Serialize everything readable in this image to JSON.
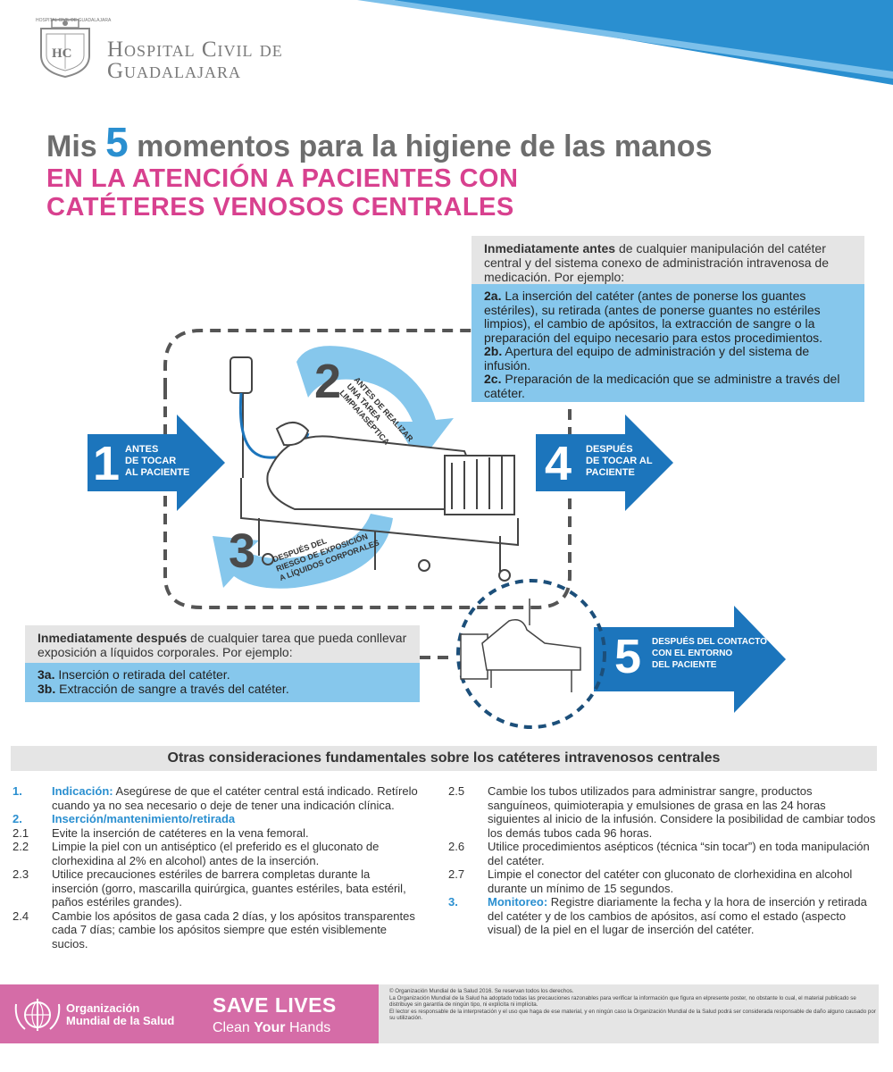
{
  "header": {
    "hospital_line1": "Hospital Civil de",
    "hospital_line2": "Guadalajara",
    "seal_text": "HOSPITAL CIVIL DE GUADALAJARA",
    "seal_monogram": "HC",
    "headline_pre": "Mis ",
    "headline_number": "5",
    "headline_post": " momentos para la higiene de las manos",
    "subtitle_line1": "EN LA ATENCIÓN A PACIENTES CON",
    "subtitle_line2": "CATÉTERES VENOSOS CENTRALES"
  },
  "moments": {
    "m1": {
      "number": "1",
      "line1": "ANTES",
      "line2": "DE TOCAR",
      "line3": "AL PACIENTE"
    },
    "m2": {
      "number": "2",
      "line1": "ANTES DE REALIZAR",
      "line2": "UNA TAREA",
      "line3": "LIMPIA/ASÉPTICA"
    },
    "m3": {
      "number": "3",
      "line1": "DESPUÉS DEL",
      "line2": "RIESGO DE EXPOSICIÓN",
      "line3": "A LÍQUIDOS CORPORALES"
    },
    "m4": {
      "number": "4",
      "line1": "DESPUÉS",
      "line2": "DE TOCAR AL",
      "line3": "PACIENTE"
    },
    "m5": {
      "number": "5",
      "line1": "DESPUÉS DEL CONTACTO",
      "line2": "CON EL ENTORNO",
      "line3": "DEL PACIENTE"
    }
  },
  "box_before": {
    "lead_bold": "Inmediatamente antes",
    "lead_rest": " de cualquier manipulación del catéter central y del sistema conexo de administración intravenosa de medicación. Por ejemplo:",
    "item_2a_code": "2a.",
    "item_2a_text": " La inserción del catéter (antes de ponerse los guantes estériles), su retirada (antes de ponerse guantes no estériles limpios), el cambio de apósitos, la extracción de sangre o la preparación del equipo necesario para estos procedimientos.",
    "item_2b_code": "2b.",
    "item_2b_text": " Apertura del equipo de administración y del sistema de infusión.",
    "item_2c_code": "2c.",
    "item_2c_text": " Preparación de la medicación que se administre a través del catéter."
  },
  "box_after": {
    "lead_bold": "Inmediatamente después",
    "lead_rest": " de cualquier tarea que pueda conllevar exposición a líquidos corporales. Por ejemplo:",
    "item_3a_code": "3a.",
    "item_3a_text": " Inserción o retirada del catéter.",
    "item_3b_code": "3b.",
    "item_3b_text": " Extracción de sangre a través del catéter."
  },
  "others": {
    "title": "Otras consideraciones fundamentales sobre los catéteres intravenosos centrales",
    "i1_num": "1.",
    "i1_head": "Indicación:",
    "i1_text": " Asegúrese de que el catéter central está indicado. Retírelo cuando ya no sea necesario o deje de tener una indicación clínica.",
    "i2_num": "2.",
    "i2_head": "Inserción/mantenimiento/retirada",
    "i21_num": "2.1",
    "i21_text": "Evite la inserción de catéteres en la vena femoral.",
    "i22_num": "2.2",
    "i22_text": "Limpie la piel con un antiséptico (el preferido es el gluconato de clorhexidina al 2% en alcohol) antes de la inserción.",
    "i23_num": "2.3",
    "i23_text": "Utilice precauciones estériles de barrera completas durante la inserción (gorro, mascarilla quirúrgica, guantes estériles, bata estéril, paños estériles grandes).",
    "i24_num": "2.4",
    "i24_text": "Cambie los apósitos de gasa cada 2 días, y los apósitos transparentes cada 7 días; cambie los apósitos siempre que estén visiblemente sucios.",
    "i25_num": "2.5",
    "i25_text": "Cambie los tubos utilizados para administrar sangre, productos sanguíneos, quimioterapia y emulsiones de grasa en las 24 horas siguientes al inicio de la infusión. Considere la posibilidad de cambiar todos los demás tubos cada 96 horas.",
    "i26_num": "2.6",
    "i26_text": "Utilice procedimientos asépticos (técnica “sin tocar”) en toda manipulación del catéter.",
    "i27_num": "2.7",
    "i27_text": "Limpie el conector del catéter con gluconato de clorhexidina en alcohol durante un mínimo de 15 segundos.",
    "i3_num": "3.",
    "i3_head": "Monitoreo:",
    "i3_text": "  Registre diariamente la fecha y la hora de inserción y retirada del catéter y de los cambios de apósitos, así como el estado (aspecto visual) de la piel en el lugar de inserción del catéter."
  },
  "footer": {
    "who_line1": "Organización",
    "who_line2": "Mundial de la Salud",
    "save_lives": "SAVE LIVES",
    "clean_pre": "Clean ",
    "clean_bold": "Your",
    "clean_post": " Hands",
    "legal1": "© Organización Mundial de la Salud 2016. Se reservan todos los derechos.",
    "legal2": "La Organización Mundial de la Salud ha adoptado todas las precauciones razonables para verificar la información que figura en elpresente poster, no obstante lo cual, el material publicado se distribuye sin garantía de ningún tipo, ni explícita ni implícita.",
    "legal3": "El lector es responsable de la interpretación y el uso que haga de ese material, y en ningún caso la Organización Mundial de la Salud podrá ser considerada responsable de daño alguno causado por su utilización."
  },
  "colors": {
    "accent_blue": "#2a8fd0",
    "dark_blue": "#1c75bc",
    "light_blue": "#86c7ec",
    "pink": "#d8418f",
    "footer_pink": "#d56ca7",
    "gray_box": "#e5e5e5"
  }
}
